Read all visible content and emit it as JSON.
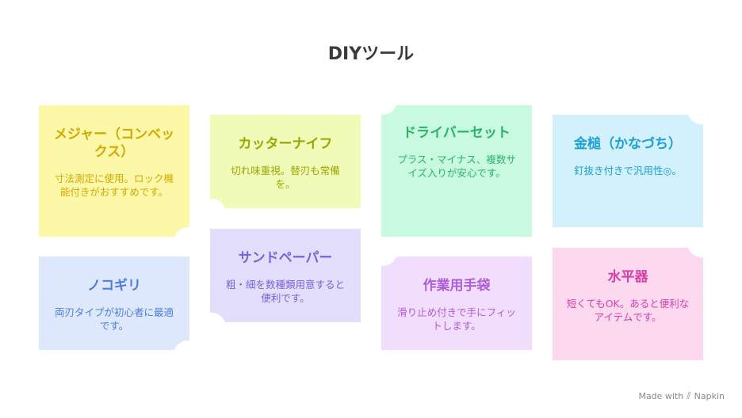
{
  "title": "DIYツール",
  "notes": [
    {
      "title": "メジャー（コンベックス）",
      "desc": "寸法測定に使用。ロック機能付きがおすすめです。"
    },
    {
      "title": "カッターナイフ",
      "desc": "切れ味重視。替刃も常備を。"
    },
    {
      "title": "ドライバーセット",
      "desc": "プラス・マイナス、複数サイズ入りが安心です。"
    },
    {
      "title": "金槌（かなづち）",
      "desc": "釘抜き付きで汎用性◎。"
    },
    {
      "title": "ノコギリ",
      "desc": "両刃タイプが初心者に最適です。"
    },
    {
      "title": "サンドペーパー",
      "desc": "粗・細を数種類用意すると便利です。"
    },
    {
      "title": "作業用手袋",
      "desc": "滑り止め付きで手にフィットします。"
    },
    {
      "title": "水平器",
      "desc": "短くてもOK。あると便利なアイテムです。"
    }
  ],
  "colors": {
    "yellow_bg": "#fdf7a8",
    "yellow_text": "#d2a900",
    "green_bg": "#f1fbb8",
    "green_text": "#98a800",
    "mint_bg": "#c8fae0",
    "mint_text": "#2cb26a",
    "cyan_bg": "#d2f1fd",
    "cyan_text": "#1aa0d4",
    "blue_bg": "#dde8fd",
    "blue_text": "#4b7ddc",
    "lavender_bg": "#e4defd",
    "lavender_text": "#7a62dc",
    "purple_bg": "#f1defd",
    "purple_text": "#b05cd8",
    "pink_bg": "#fcd9ee",
    "pink_text": "#d83ea8"
  },
  "brand": {
    "text": "Made with",
    "name": "Napkin",
    "icon": "napkin-logo-icon"
  }
}
